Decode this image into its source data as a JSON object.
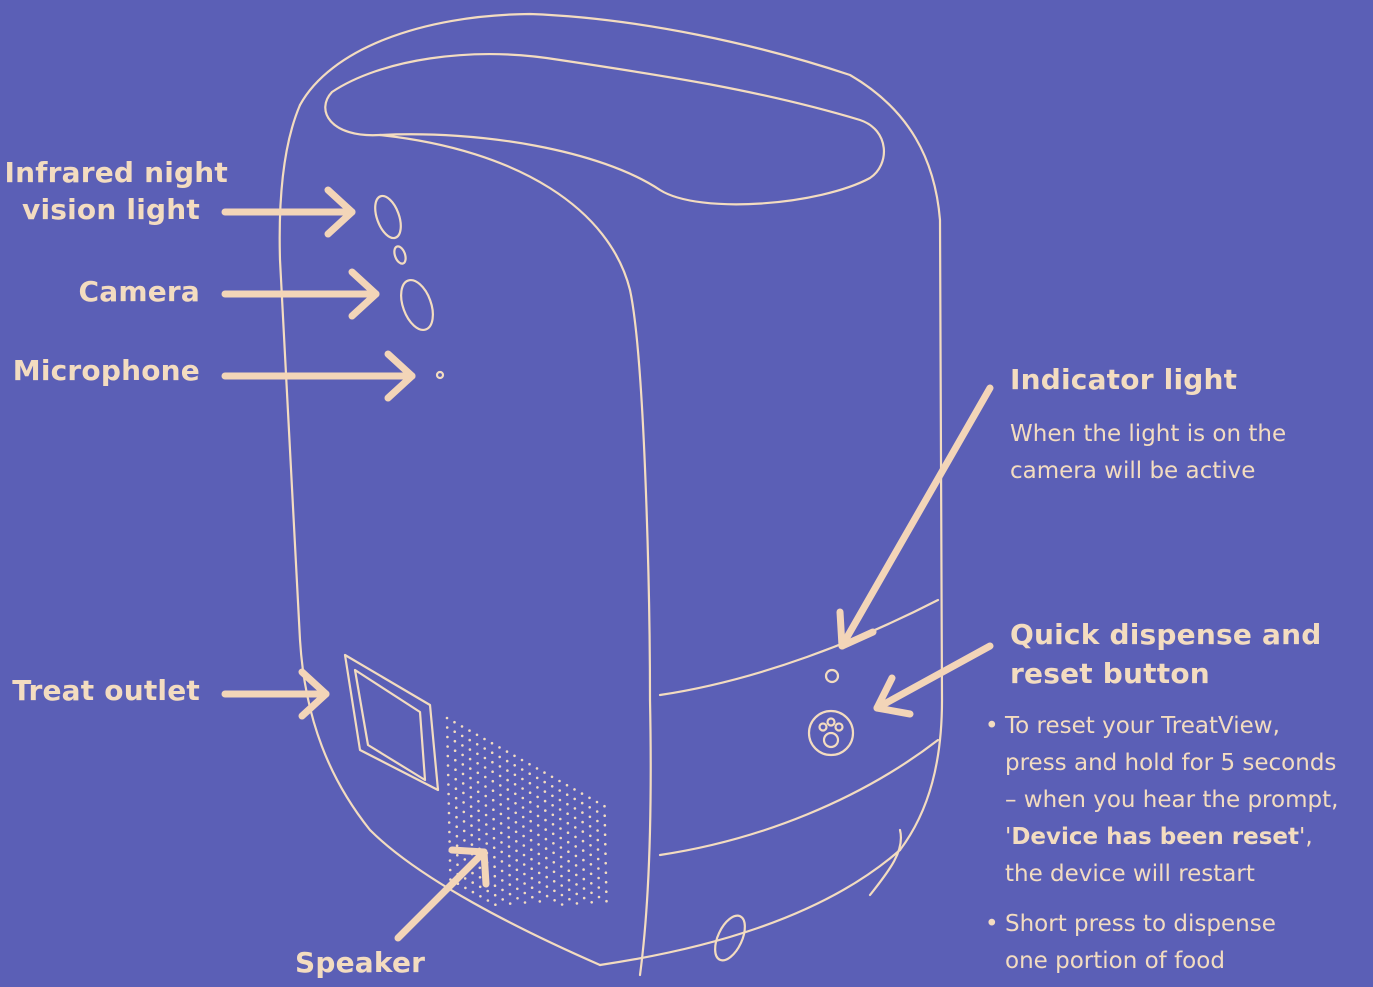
{
  "colors": {
    "background": "#5b5fb6",
    "line": "#f3dcc0",
    "arrow": "#f3d5b8"
  },
  "labels": {
    "infrared": [
      "Infrared night",
      "vision light"
    ],
    "camera": "Camera",
    "microphone": "Microphone",
    "treat_outlet": "Treat outlet",
    "speaker": "Speaker",
    "indicator_title": "Indicator light",
    "indicator_desc": [
      "When the light is on the",
      "camera will be active"
    ],
    "quick_title": [
      "Quick dispense and",
      "reset button"
    ],
    "bullet1": {
      "line1": "To reset your TreatView,",
      "line2": "press and hold for 5 seconds",
      "line3": "– when you hear the prompt,",
      "quote_open": "'",
      "bold": "Device has been reset",
      "quote_close": "',",
      "line5": "the device will restart"
    },
    "bullet2": [
      "Short press to dispense",
      "one portion of food"
    ]
  }
}
